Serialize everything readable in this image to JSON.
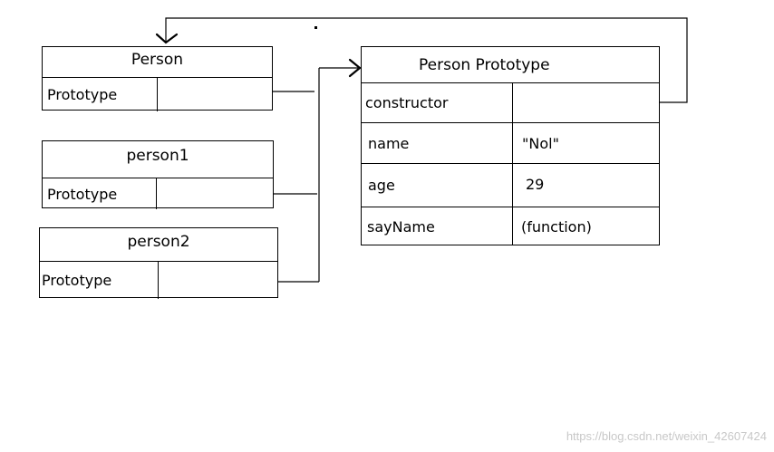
{
  "boxes": {
    "person": {
      "title": "Person",
      "key": "Prototype"
    },
    "person1": {
      "title": "person1",
      "key": "Prototype"
    },
    "person2": {
      "title": "person2",
      "key": "Prototype"
    }
  },
  "proto": {
    "title": "Person Prototype",
    "rows": [
      {
        "key": "constructor",
        "value": ""
      },
      {
        "key": "name",
        "value": "\"Nol\""
      },
      {
        "key": "age",
        "value": "29"
      },
      {
        "key": "sayName",
        "value": "(function)"
      }
    ]
  },
  "watermark": "https://blog.csdn.net/weixin_42607424"
}
